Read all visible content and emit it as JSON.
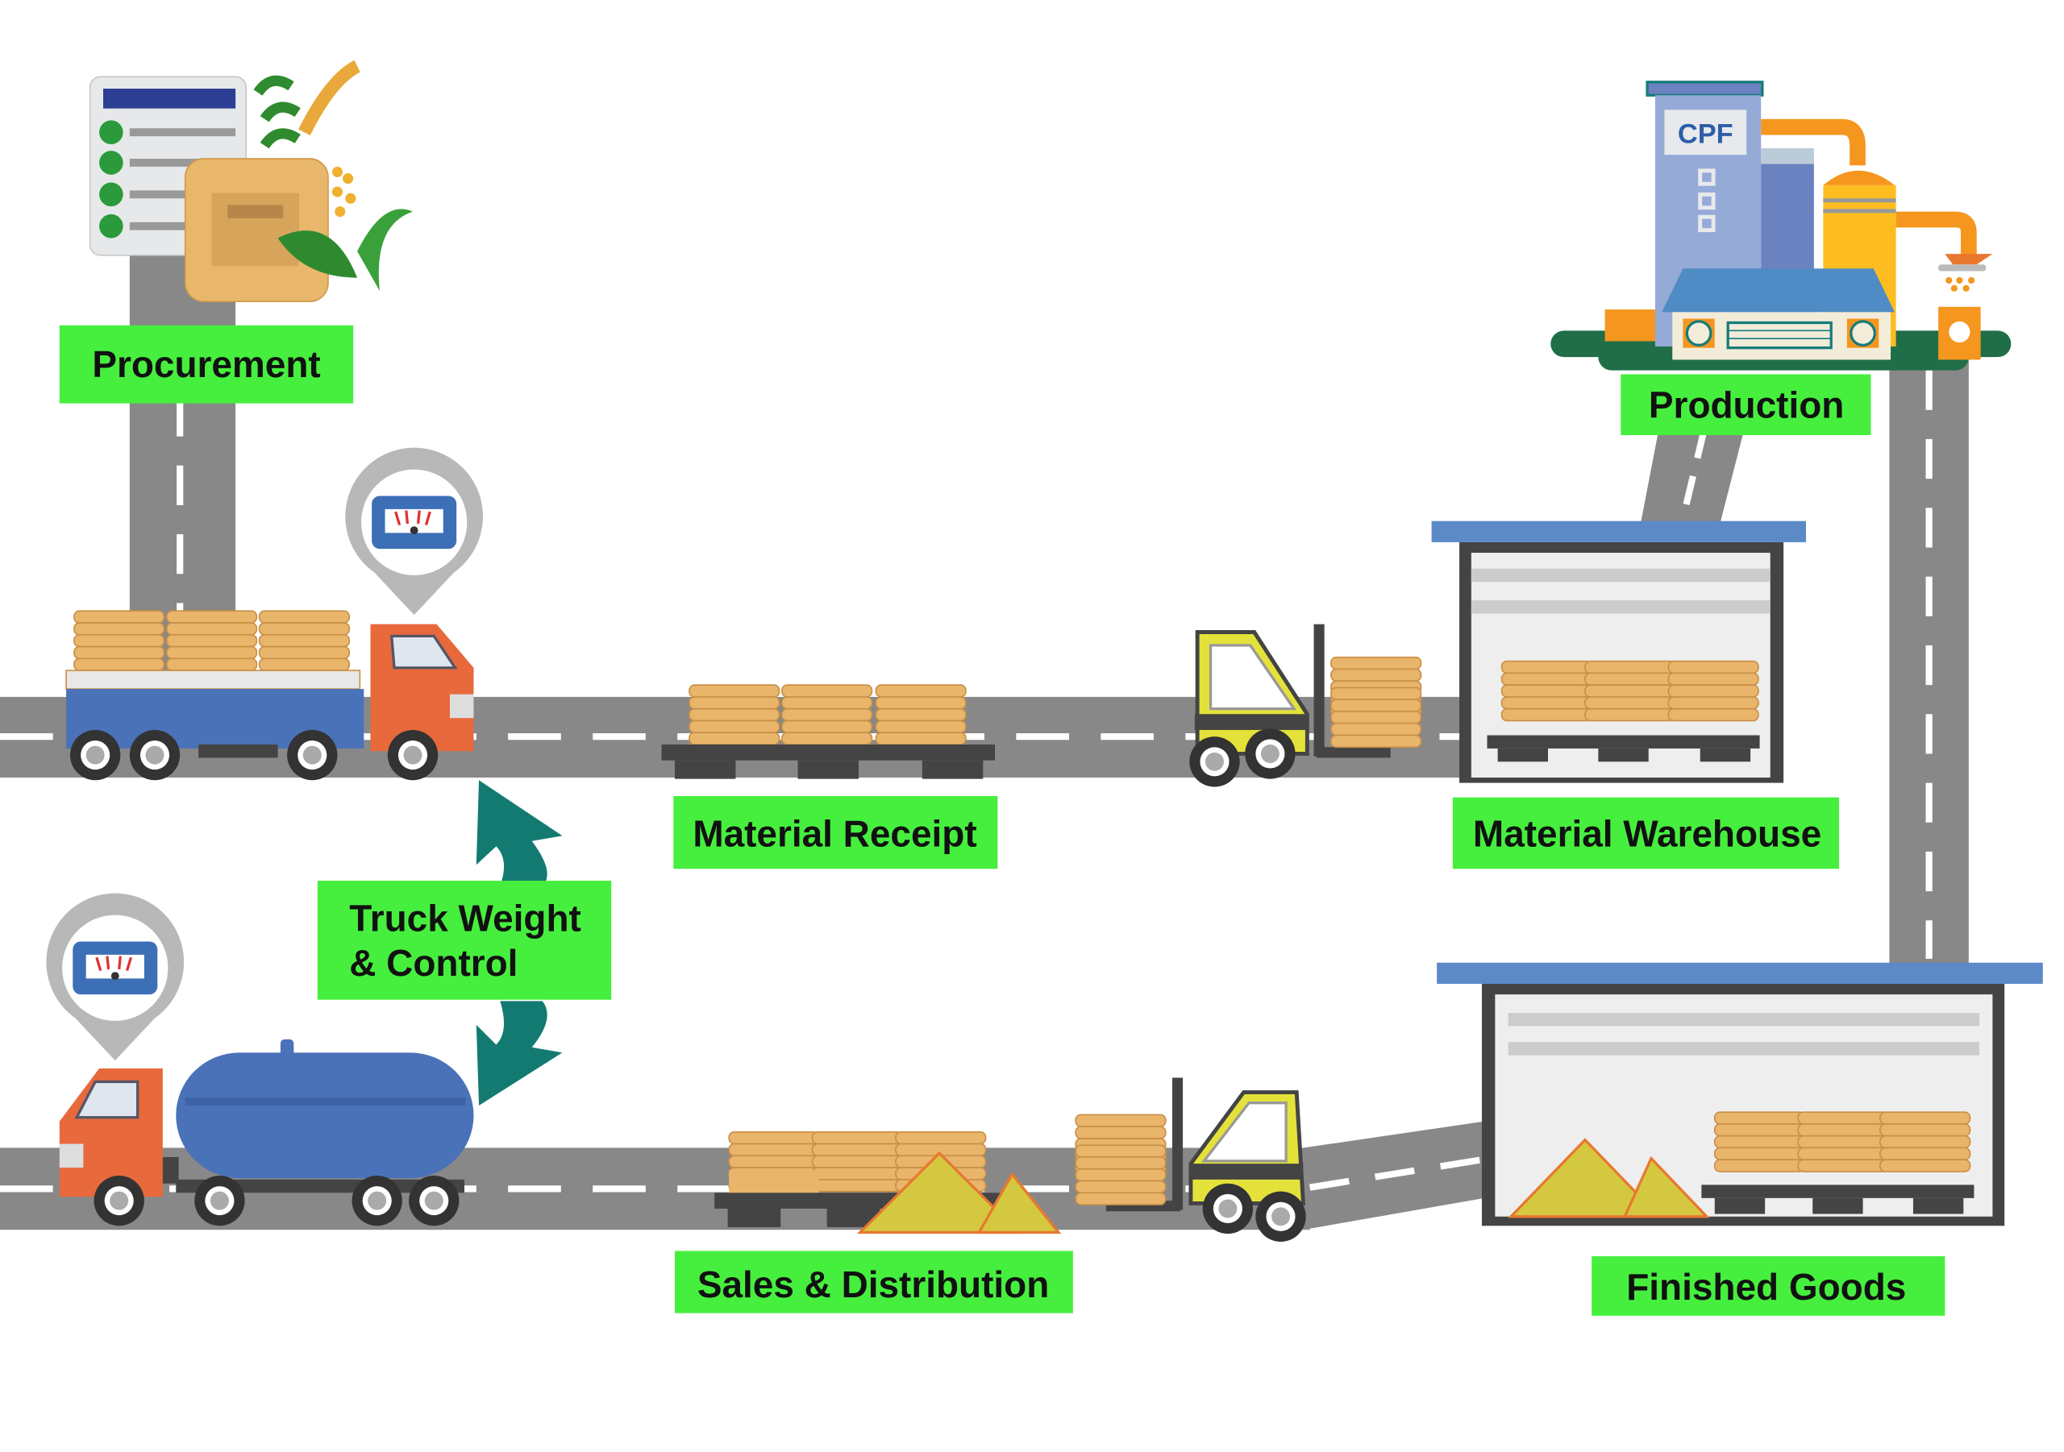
{
  "labels": {
    "procurement": "Procurement",
    "production": "Production",
    "material_receipt": "Material Receipt",
    "material_warehouse": "Material Warehouse",
    "truck_weight_line1": "Truck Weight",
    "truck_weight_line2": "& Control",
    "sales_distribution": "Sales & Distribution",
    "finished_goods": "Finished Goods"
  },
  "factory_sign": "CPF",
  "colors": {
    "label_bg": "#46ef3e",
    "road": "#888888",
    "truck_cab": "#e8693c",
    "truck_body": "#4a72b8",
    "bags": "#e8b56a",
    "forklift": "#e4e23a",
    "arrow": "#137a72",
    "roof": "#5b8ac6"
  }
}
